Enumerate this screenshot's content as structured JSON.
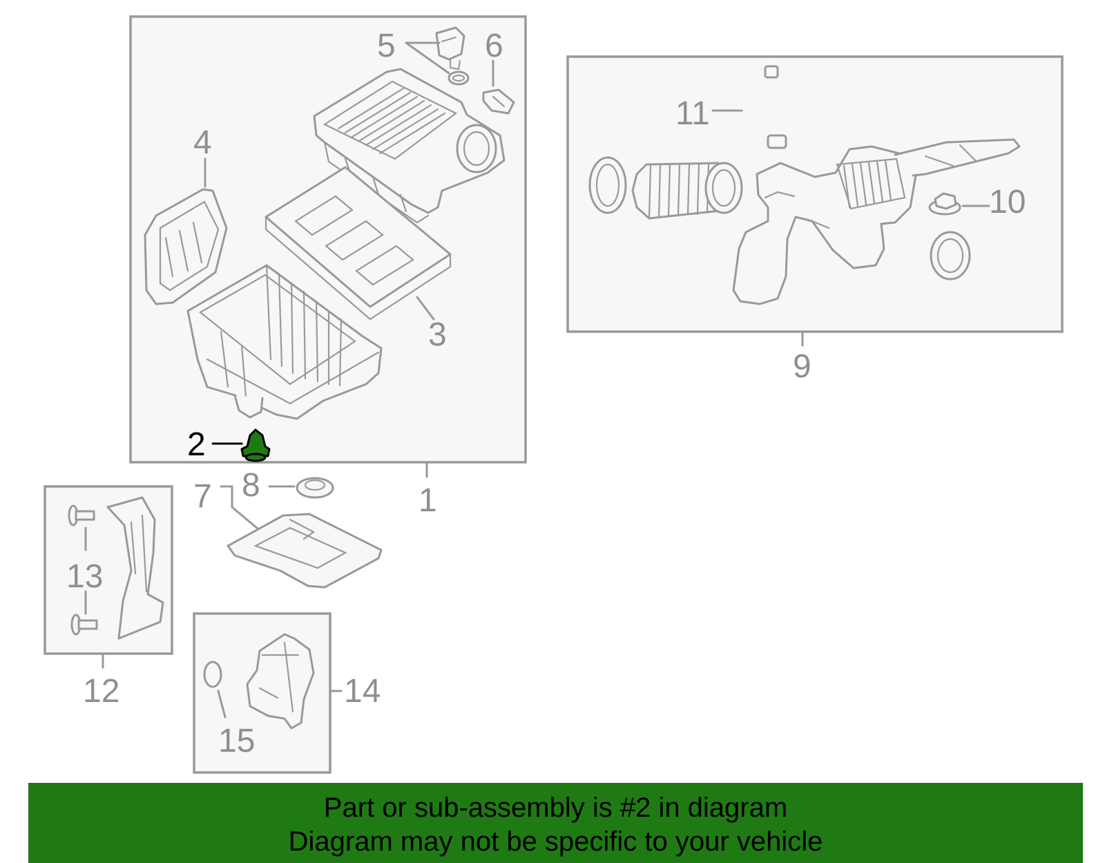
{
  "callouts": [
    {
      "id": "1",
      "label": "1"
    },
    {
      "id": "2",
      "label": "2"
    },
    {
      "id": "3",
      "label": "3"
    },
    {
      "id": "4",
      "label": "4"
    },
    {
      "id": "5",
      "label": "5"
    },
    {
      "id": "6",
      "label": "6"
    },
    {
      "id": "7",
      "label": "7"
    },
    {
      "id": "8",
      "label": "8"
    },
    {
      "id": "9",
      "label": "9"
    },
    {
      "id": "10",
      "label": "10"
    },
    {
      "id": "11",
      "label": "11"
    },
    {
      "id": "12",
      "label": "12"
    },
    {
      "id": "13",
      "label": "13"
    },
    {
      "id": "14",
      "label": "14"
    },
    {
      "id": "15",
      "label": "15"
    }
  ],
  "highlighted_part": "2",
  "colors": {
    "line_art": "#999999",
    "highlight_fill": "#1f7a14",
    "banner_background": "#1f7a14",
    "text": "#000000"
  },
  "banner": {
    "line1": "Part or sub-assembly is #2 in diagram",
    "line2": "Diagram may not be specific to your vehicle"
  }
}
